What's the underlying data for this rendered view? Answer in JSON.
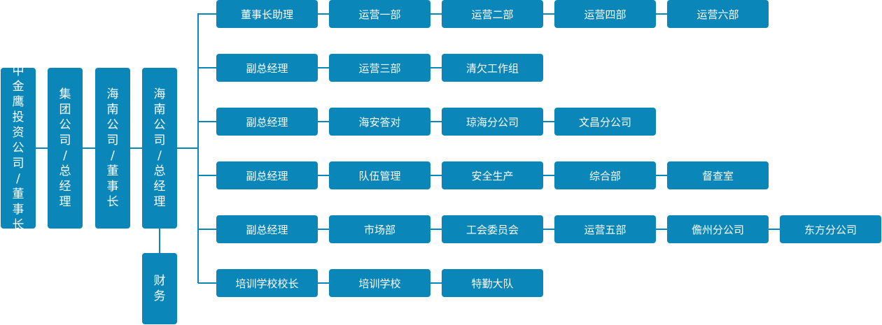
{
  "chain": [
    {
      "label": "中\n金\n鹰\n投\n资\n公\n司\n/\n董\n事\n长"
    },
    {
      "label": "集\n团\n公\n司\n/\n总\n经\n理"
    },
    {
      "label": "海\n南\n公\n司\n/\n董\n事\n长"
    },
    {
      "label": "海\n南\n公\n司\n/\n总\n经\n理"
    }
  ],
  "finance": {
    "label": "财\n务"
  },
  "rows": [
    {
      "head": "董事长助理",
      "depts": [
        "运营一部",
        "运营二部",
        "运营四部",
        "运营六部"
      ]
    },
    {
      "head": "副总经理",
      "depts": [
        "运营三部",
        "清欠工作组"
      ]
    },
    {
      "head": "副总经理",
      "depts": [
        "海安答对",
        "琼海分公司",
        "文昌分公司"
      ]
    },
    {
      "head": "副总经理",
      "depts": [
        "队伍管理",
        "安全生产",
        "综合部",
        "督查室"
      ]
    },
    {
      "head": "副总经理",
      "depts": [
        "市场部",
        "工会委员会",
        "运营五部",
        "儋州分公司",
        "东方分公司"
      ]
    },
    {
      "head": "培训学校校长",
      "depts": [
        "培训学校",
        "特勤大队"
      ]
    }
  ]
}
